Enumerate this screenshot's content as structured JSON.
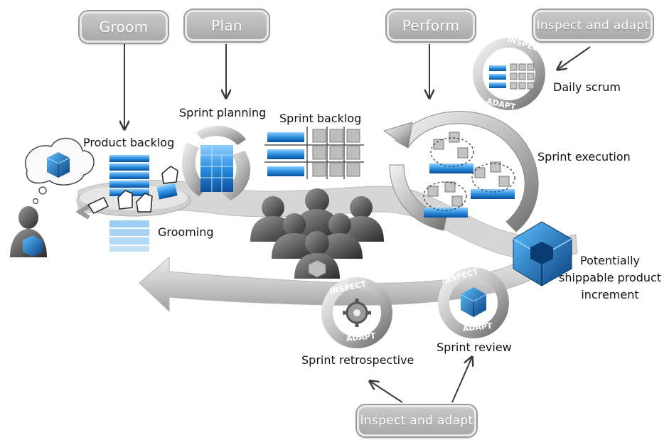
{
  "stage_buttons": {
    "groom": "Groom",
    "plan": "Plan",
    "perform": "Perform",
    "inspect_top": "Inspect and adapt",
    "inspect_bottom": "Inspect and adapt"
  },
  "labels": {
    "product_backlog": "Product backlog",
    "grooming": "Grooming",
    "sprint_planning": "Sprint planning",
    "sprint_backlog": "Sprint backlog",
    "daily_scrum": "Daily scrum",
    "sprint_execution": "Sprint execution",
    "increment_line1": "Potentially",
    "increment_line2": "shippable product",
    "increment_line3": "increment",
    "sprint_review": "Sprint review",
    "sprint_retrospective": "Sprint retrospective"
  },
  "cycle_text": {
    "inspect": "INSPECT",
    "adapt": "ADAPT"
  },
  "colors": {
    "blue": "#1f7fd3",
    "blue_light": "#6fb7f0",
    "gray_arrow": "#c8c8c8",
    "gray_dark": "#5a5a5a",
    "pill": "#b3b3b3"
  }
}
